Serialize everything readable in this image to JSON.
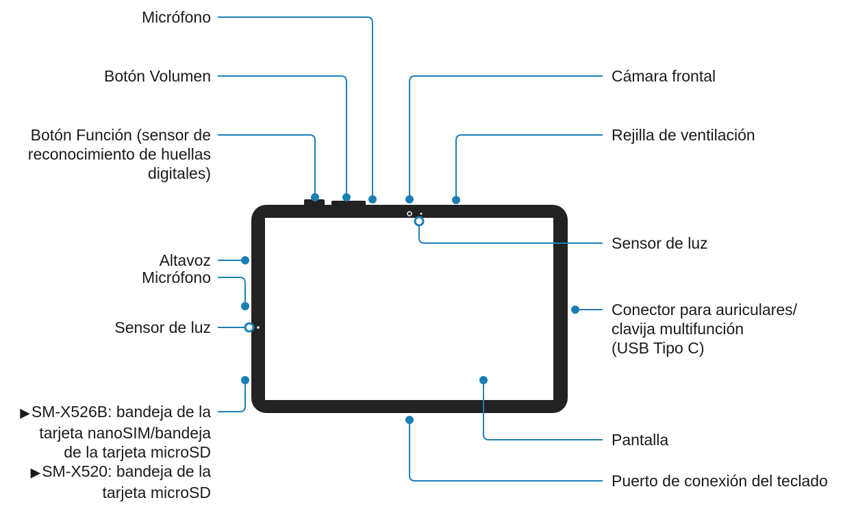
{
  "labels": {
    "microfono_top": "Micrófono",
    "boton_volumen": "Botón Volumen",
    "boton_funcion": [
      "Botón Función (sensor de",
      "reconocimiento de huellas",
      "digitales)"
    ],
    "altavoz": "Altavoz",
    "microfono_side": "Micrófono",
    "sensor_luz_left": "Sensor de luz",
    "bandeja_x526b": [
      "SM-X526B: bandeja de la",
      "tarjeta nanoSIM/bandeja",
      "de la tarjeta microSD"
    ],
    "bandeja_x520": [
      "SM-X520: bandeja de la",
      "tarjeta microSD"
    ],
    "camara_frontal": "Cámara frontal",
    "rejilla": "Rejilla de ventilación",
    "sensor_luz_right": "Sensor de luz",
    "conector": [
      "Conector para auriculares/",
      "clavija multifunción",
      "(USB Tipo C)"
    ],
    "pantalla": "Pantalla",
    "puerto_teclado": "Puerto de conexión del teclado"
  },
  "bullet_glyph": "▶",
  "colors": {
    "line": "#1a7fb4",
    "device": "#222222",
    "text": "#1a1a1a"
  }
}
